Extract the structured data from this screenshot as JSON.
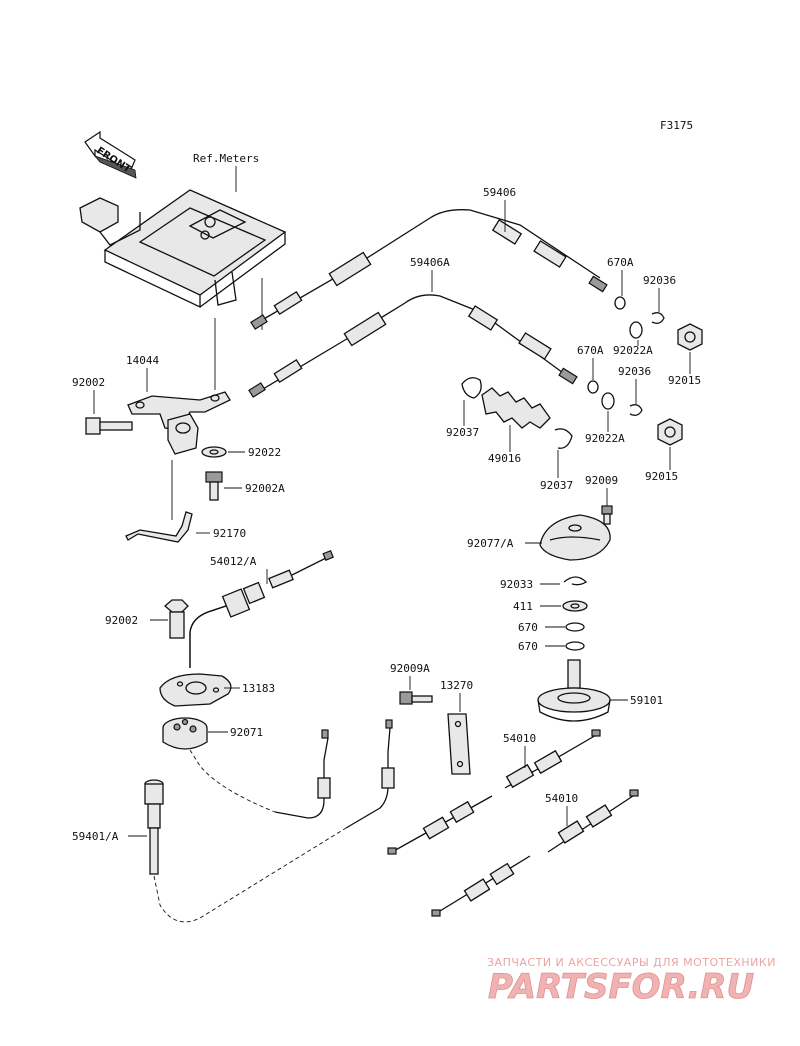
{
  "figure_code": "F3175",
  "front_label": "FRONT",
  "ref_meters": "Ref.Meters",
  "labels": {
    "p59406": "59406",
    "p59406a": "59406A",
    "p670a_1": "670A",
    "p92036_1": "92036",
    "p92022a_1": "92022A",
    "p92015_1": "92015",
    "p670a_2": "670A",
    "p92036_2": "92036",
    "p92022a_2": "92022A",
    "p92015_2": "92015",
    "p14044": "14044",
    "p92002_1": "92002",
    "p92037_1": "92037",
    "p49016": "49016",
    "p92037_2": "92037",
    "p92022": "92022",
    "p92002a": "92002A",
    "p92009": "92009",
    "p92170": "92170",
    "p92077a": "92077/A",
    "p54012a": "54012/A",
    "p92033": "92033",
    "p411": "411",
    "p670_1": "670",
    "p670_2": "670",
    "p92002_2": "92002",
    "p92009a": "92009A",
    "p13270": "13270",
    "p13183": "13183",
    "p59101": "59101",
    "p92071": "92071",
    "p54010_1": "54010",
    "p54010_2": "54010",
    "p59401a": "59401/A"
  },
  "watermark": {
    "caption": "ЗАПЧАСТИ И АКСЕССУАРЫ ДЛЯ МОТОТЕХНИКИ",
    "brand": "PARTSFOR.RU"
  }
}
